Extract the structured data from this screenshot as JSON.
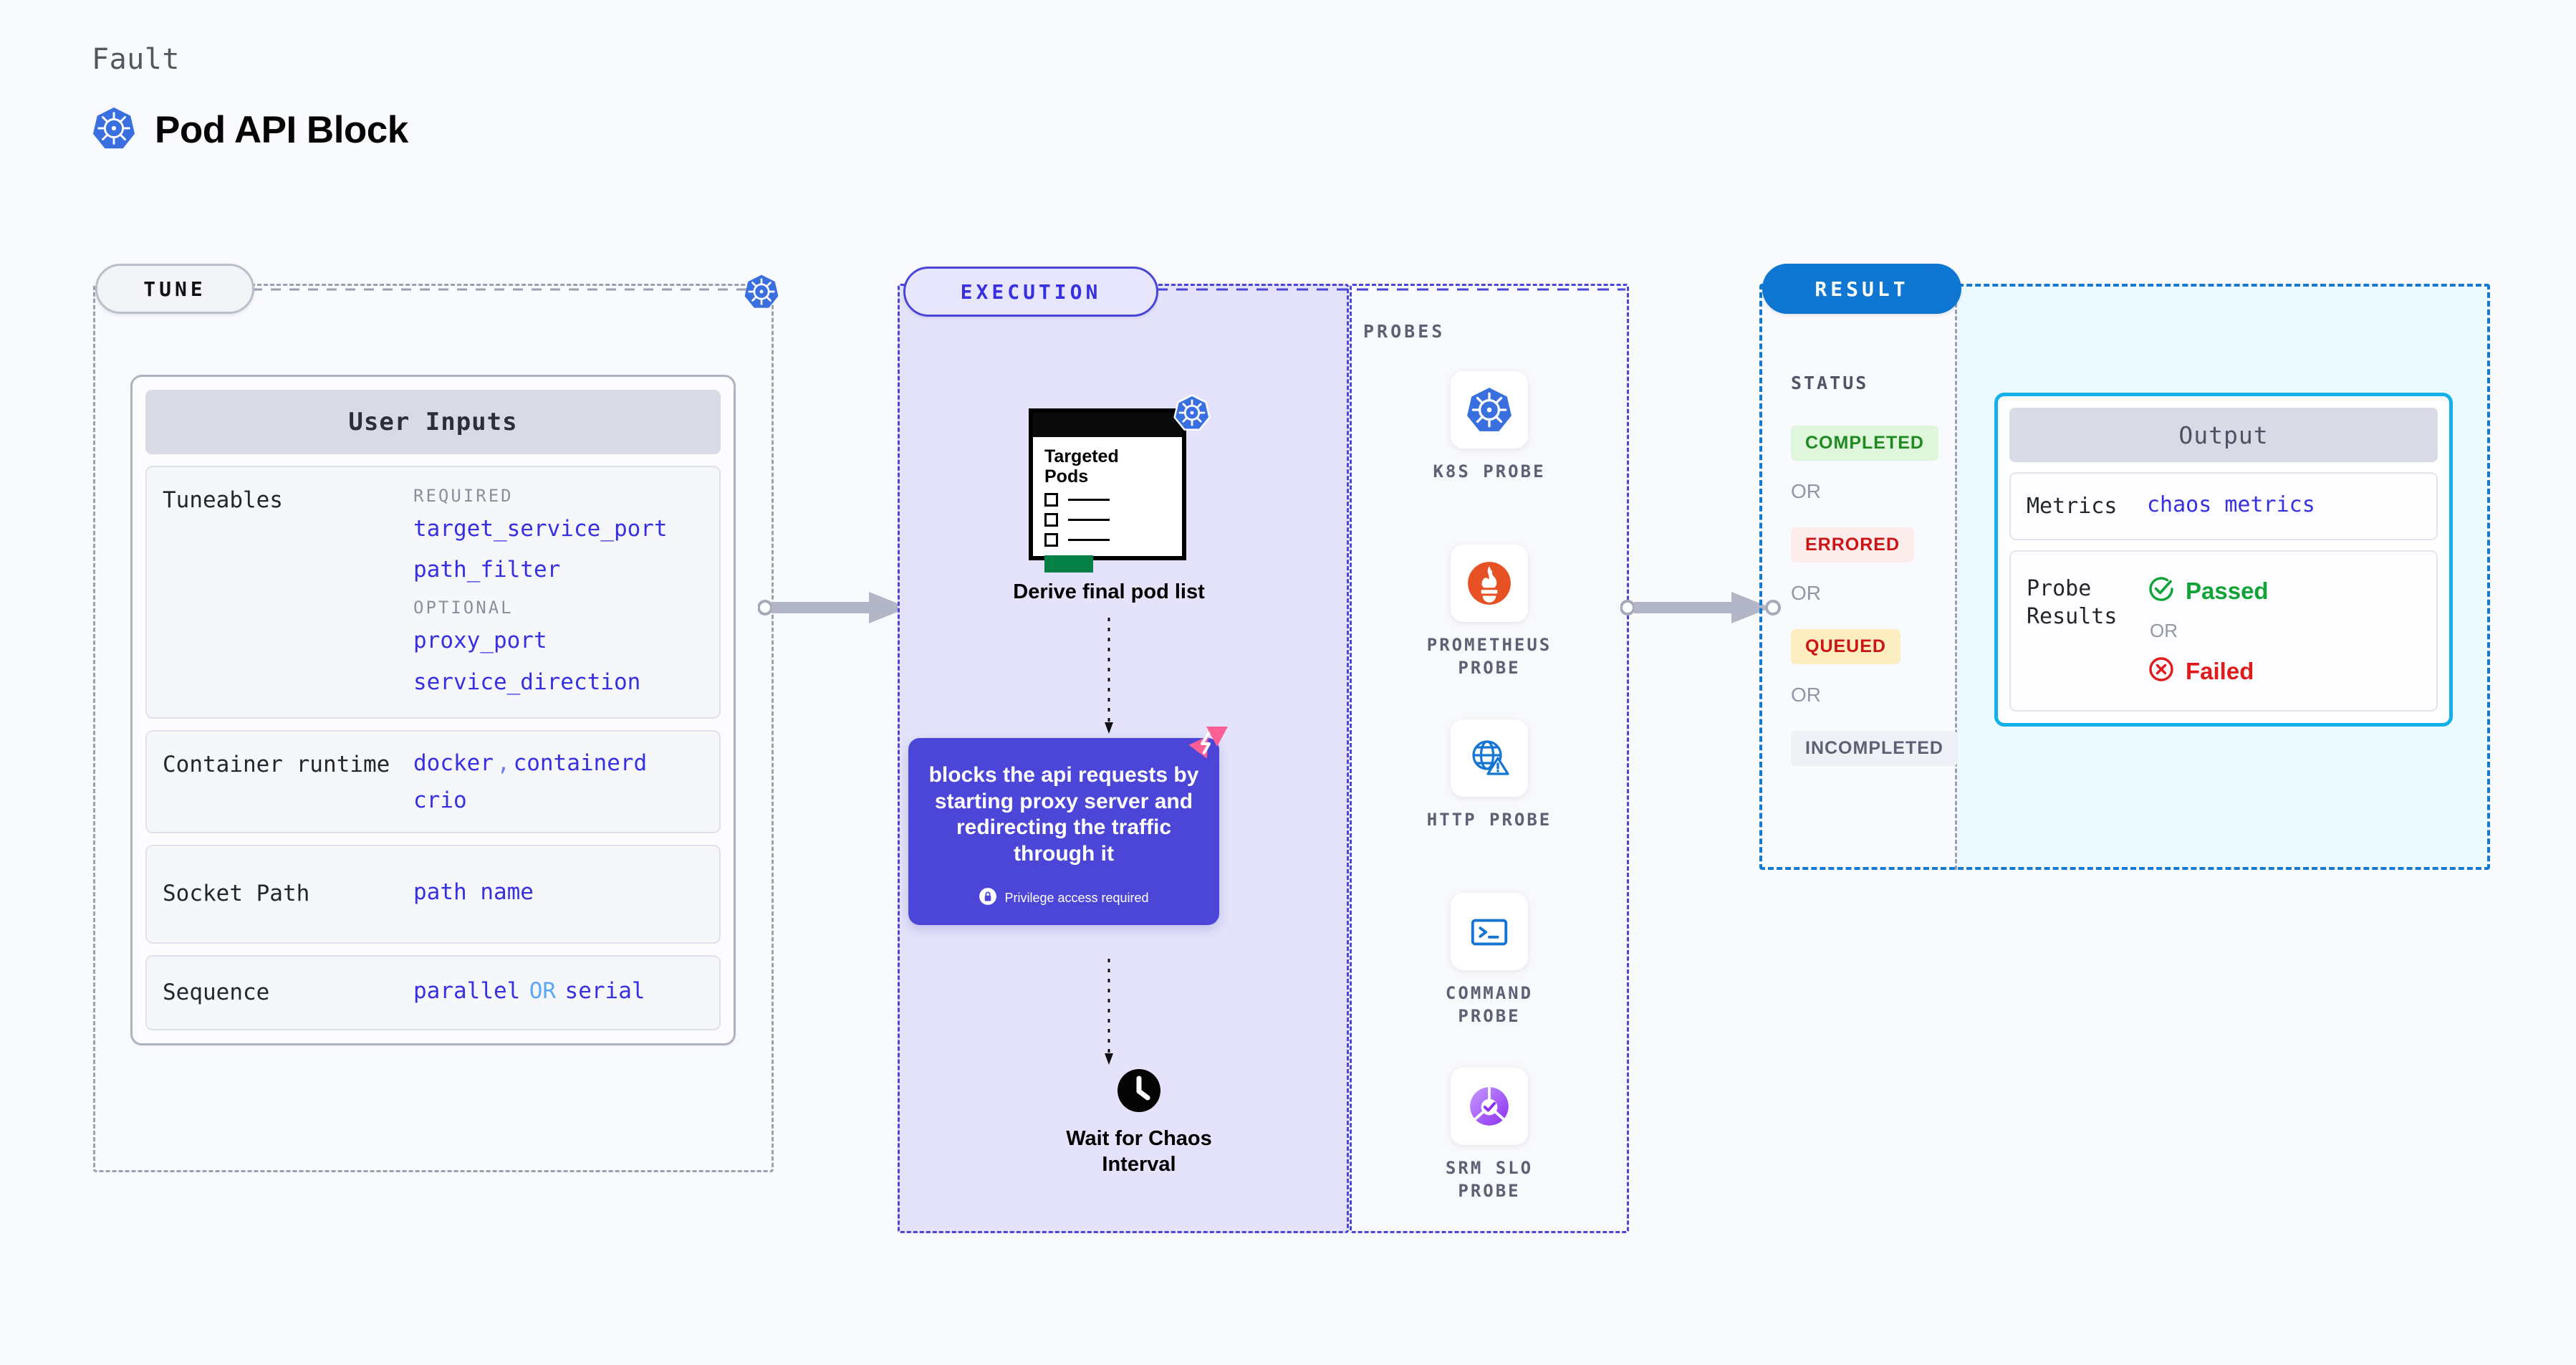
{
  "header": {
    "kicker": "Fault",
    "title": "Pod API Block",
    "icon": "kubernetes-icon"
  },
  "tune": {
    "pill_label": "TUNE",
    "badge_icon": "kubernetes-icon",
    "card_title": "User Inputs",
    "sections": [
      {
        "label": "Tuneables",
        "groups": [
          {
            "heading": "REQUIRED",
            "values": [
              "target_service_port",
              "path_filter"
            ]
          },
          {
            "heading": "OPTIONAL",
            "values": [
              "proxy_port",
              "service_direction"
            ]
          }
        ]
      },
      {
        "label": "Container runtime",
        "values_line1": "docker",
        "separator": ",",
        "values_line1b": "containerd",
        "values_line2": "crio"
      },
      {
        "label": "Socket Path",
        "value": "path name"
      },
      {
        "label": "Sequence",
        "value_a": "parallel",
        "separator": "OR",
        "value_b": "serial"
      }
    ]
  },
  "execution": {
    "pill_label": "EXECUTION",
    "pod_card": {
      "heading_line1": "Targeted",
      "heading_line2": "Pods",
      "badge_icon": "kubernetes-icon"
    },
    "derive_label": "Derive final pod list",
    "fault_card": {
      "description": "blocks the api requests by starting proxy server and redirecting the traffic through it",
      "privilege_note": "Privilege access required",
      "privilege_icon": "lock-icon",
      "corner_icon": "litmuschaos-icon",
      "bg_color": "#4b46d8"
    },
    "wait_node": {
      "icon": "clock-icon",
      "label_line1": "Wait for Chaos",
      "label_line2": "Interval"
    }
  },
  "probes": {
    "title": "PROBES",
    "items": [
      {
        "name_line1": "K8S  PROBE",
        "name_line2": "",
        "icon": "kubernetes-icon"
      },
      {
        "name_line1": "PROMETHEUS",
        "name_line2": "PROBE",
        "icon": "prometheus-icon"
      },
      {
        "name_line1": "HTTP  PROBE",
        "name_line2": "",
        "icon": "http-globe-icon"
      },
      {
        "name_line1": "COMMAND",
        "name_line2": "PROBE",
        "icon": "terminal-icon"
      },
      {
        "name_line1": "SRM  SLO",
        "name_line2": "PROBE",
        "icon": "srm-slo-icon"
      }
    ]
  },
  "result": {
    "pill_label": "RESULT",
    "status_title": "STATUS",
    "or_label": "OR",
    "statuses": [
      {
        "label": "COMPLETED",
        "color": "#1f8a22",
        "bg": "#dff5dc"
      },
      {
        "label": "ERRORED",
        "color": "#cc1414",
        "bg": "#fdecec"
      },
      {
        "label": "QUEUED",
        "color": "#cc1414",
        "bg": "#fdeec2"
      },
      {
        "label": "INCOMPLETED",
        "color": "#5c6274",
        "bg": "#f0f1f6"
      }
    ],
    "output": {
      "title": "Output",
      "metrics_label": "Metrics",
      "metrics_value": "chaos metrics",
      "probe_results_label_line1": "Probe",
      "probe_results_label_line2": "Results",
      "passed_label": "Passed",
      "passed_icon": "check-circle-icon",
      "or_label": "OR",
      "failed_label": "Failed",
      "failed_icon": "x-circle-icon"
    }
  },
  "colors": {
    "page_bg": "#f9fafd",
    "tune_border": "#9aa0ae",
    "exec_border": "#4b46d8",
    "exec_bg": "#e4e3fb",
    "result_border": "#1479d1",
    "result_pill": "#0f77d1",
    "output_border": "#13b0ec",
    "accent_code": "#3730e0"
  }
}
